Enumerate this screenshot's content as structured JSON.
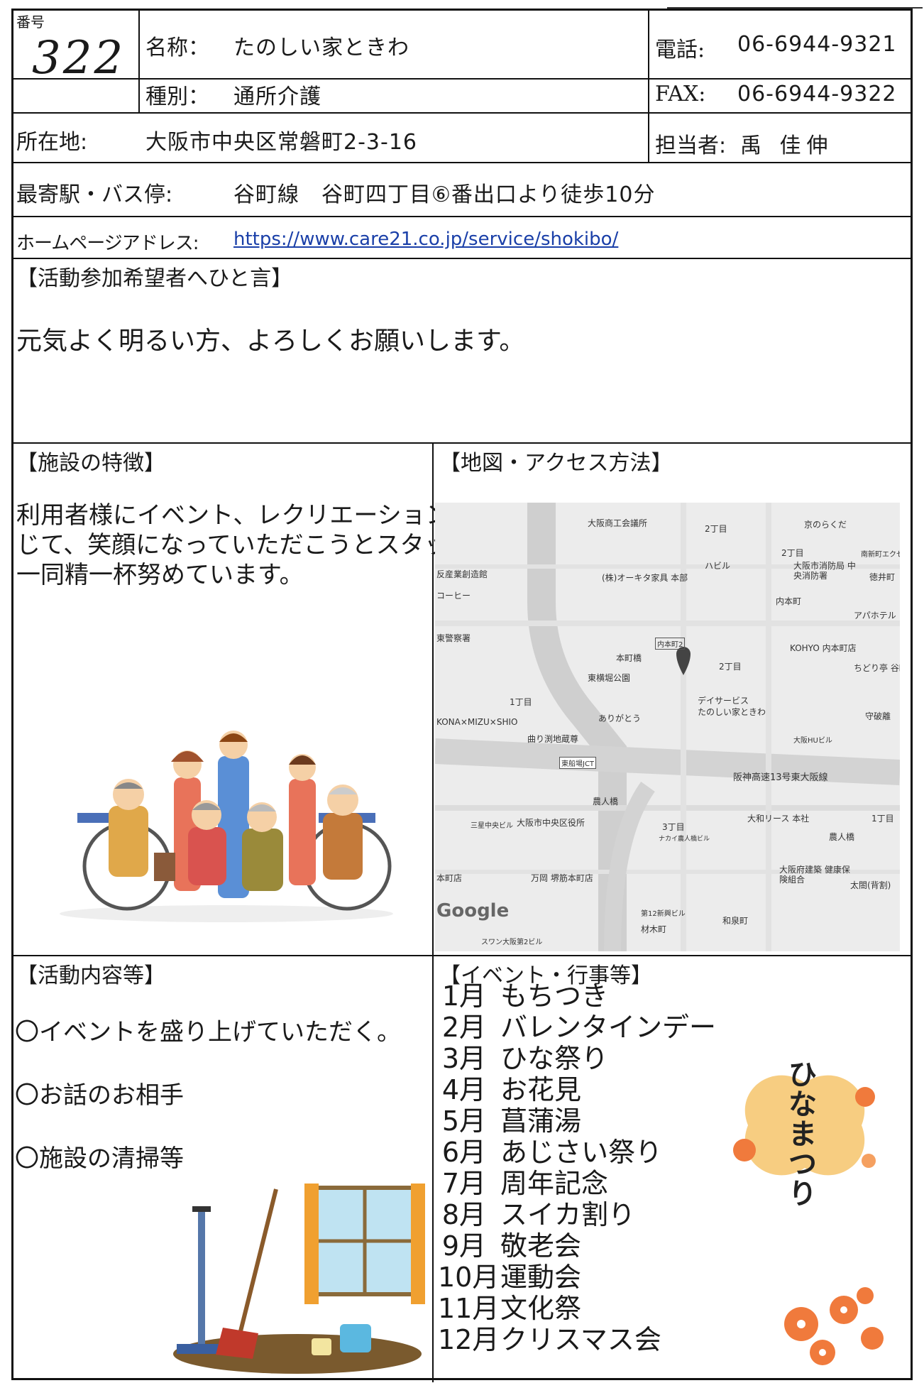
{
  "header": {
    "number_label": "番号",
    "number_value": "322",
    "name_label": "名称：",
    "name_value": "たのしい家ときわ",
    "type_label": "種別：",
    "type_value": "通所介護",
    "phone_label": "電話:",
    "phone_value": "06-6944-9321",
    "fax_label": "FAX:",
    "fax_value": "06-6944-9322"
  },
  "address": {
    "label": "所在地:",
    "value": "大阪市中央区常磐町2-3-16",
    "contact_label": "担当者:",
    "contact_value": "禹 佳伸"
  },
  "station": {
    "label": "最寄駅・バス停:",
    "value": "谷町線　谷町四丁目⑥番出口より徒歩10分"
  },
  "homepage": {
    "label": "ホームページアドレス:",
    "url": "https://www.care21.co.jp/service/shokibo/"
  },
  "message": {
    "heading": "【活動参加希望者へひと言】",
    "text": "元気よく明るい方、よろしくお願いします。"
  },
  "features": {
    "heading": "【施設の特徴】",
    "line1": "利用者様にイベント、レクリエーションを通",
    "line2": "じて、笑顔になっていただこうとスタッフ",
    "line3": "一同精一杯努めています。"
  },
  "map": {
    "heading": "【地図・アクセス方法】",
    "labels": [
      "大阪商工会議所",
      "2丁目",
      "京のらくだ",
      "2丁目",
      "大阪市消防局 中央消防署",
      "南新町エクセル",
      "徳井町",
      "ハビル",
      "(株)オーキタ家具 本部",
      "反産業創造館",
      "コーヒー",
      "内本町",
      "アパホテル",
      "東警察署",
      "内本町2",
      "本町橋",
      "2丁目",
      "KOHYO 内本町店",
      "ちどり亭 谷町",
      "東横堀公園",
      "1丁目",
      "デイサービス",
      "たのしい家ときわ",
      "KONA×MIZU×SHIO",
      "ありがとう",
      "守破離",
      "曲り渕地蔵尊",
      "大阪HUビル",
      "東船場JCT",
      "阪神高速13号東大阪線",
      "農人橋",
      "大和リース 本社",
      "1丁目",
      "三星中央ビル",
      "大阪市中央区役所",
      "3丁目",
      "ナカイ農人橋ビル",
      "農人橋",
      "本町店",
      "万岡 堺筋本町店",
      "大阪府建築 健康保険組合",
      "太閤(背割)",
      "Google",
      "第12新興ビル",
      "材木町",
      "和泉町",
      "スワン大阪第2ビル"
    ]
  },
  "activities": {
    "heading": "【活動内容等】",
    "items": [
      "〇イベントを盛り上げていただく。",
      "〇お話のお相手",
      "〇施設の清掃等"
    ]
  },
  "events": {
    "heading": "【イベント・行事等】",
    "items": [
      {
        "month": "1月",
        "name": "もちつき"
      },
      {
        "month": "2月",
        "name": "バレンタインデー"
      },
      {
        "month": "3月",
        "name": "ひな祭り"
      },
      {
        "month": "4月",
        "name": "お花見"
      },
      {
        "month": "5月",
        "name": "菖蒲湯"
      },
      {
        "month": "6月",
        "name": "あじさい祭り"
      },
      {
        "month": "7月",
        "name": "周年記念"
      },
      {
        "month": "8月",
        "name": "スイカ割り"
      },
      {
        "month": "9月",
        "name": "敬老会"
      },
      {
        "month": "10月",
        "name": "運動会"
      },
      {
        "month": "11月",
        "name": "文化祭"
      },
      {
        "month": "12月",
        "name": "クリスマス会"
      }
    ],
    "hina_badge": "ひなまつり"
  },
  "colors": {
    "line": "#111111",
    "link": "#1a3fa8",
    "map_bg": "#ececec",
    "map_road": "#cfcfcf",
    "plum": "#f07a3c",
    "hina_gold": "#f6c46b"
  }
}
